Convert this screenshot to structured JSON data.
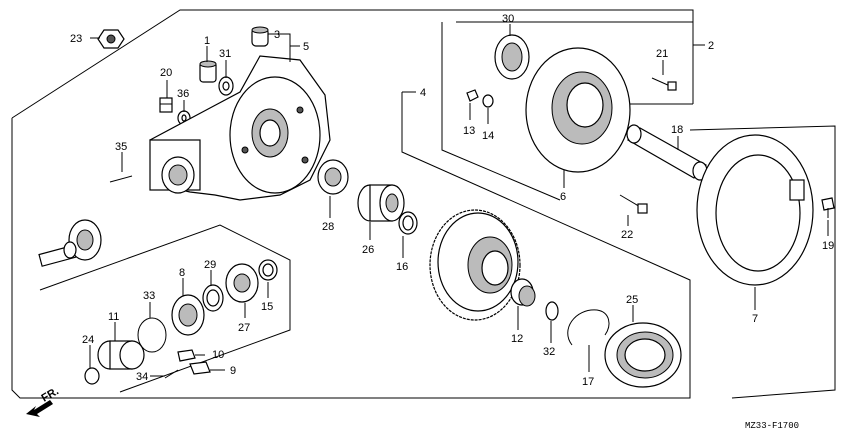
{
  "diagram": {
    "code": "MZ33-F1700",
    "direction_label": "FR.",
    "part_numbers": [
      "1",
      "2",
      "3",
      "4",
      "5",
      "6",
      "7",
      "8",
      "9",
      "10",
      "11",
      "12",
      "13",
      "14",
      "15",
      "16",
      "17",
      "18",
      "19",
      "20",
      "21",
      "22",
      "23",
      "24",
      "25",
      "26",
      "27",
      "28",
      "29",
      "30",
      "31",
      "32",
      "33",
      "34",
      "35",
      "36"
    ]
  }
}
